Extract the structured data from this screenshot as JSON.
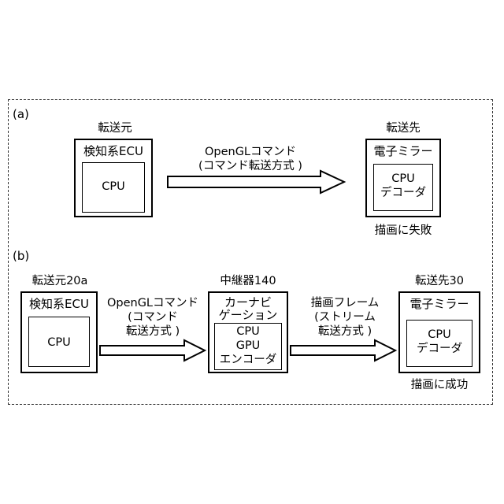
{
  "panel_a": {
    "tag": "(a)",
    "source": {
      "heading": "転送元",
      "box_title": "検知系ECU",
      "inner": "CPU"
    },
    "arrow": {
      "line1": "OpenGLコマンド",
      "line2": "(コマンド転送方式 )"
    },
    "dest": {
      "heading": "転送先",
      "box_title": "電子ミラー",
      "inner1": "CPU",
      "inner2": "デコーダ",
      "result": "描画に失敗"
    }
  },
  "panel_b": {
    "tag": "(b)",
    "source": {
      "heading": "転送元20a",
      "box_title": "検知系ECU",
      "inner": "CPU"
    },
    "arrow1": {
      "line1": "OpenGLコマンド",
      "line2": "(コマンド",
      "line3": "転送方式 )"
    },
    "relay": {
      "heading": "中継器140",
      "box_title1": "カーナビ",
      "box_title2": "ゲーション",
      "inner1": "CPU",
      "inner2": "GPU",
      "inner3": "エンコーダ"
    },
    "arrow2": {
      "line1": "描画フレーム",
      "line2": "(ストリーム",
      "line3": "転送方式 )"
    },
    "dest": {
      "heading": "転送先30",
      "box_title": "電子ミラー",
      "inner1": "CPU",
      "inner2": "デコーダ",
      "result": "描画に成功"
    }
  }
}
